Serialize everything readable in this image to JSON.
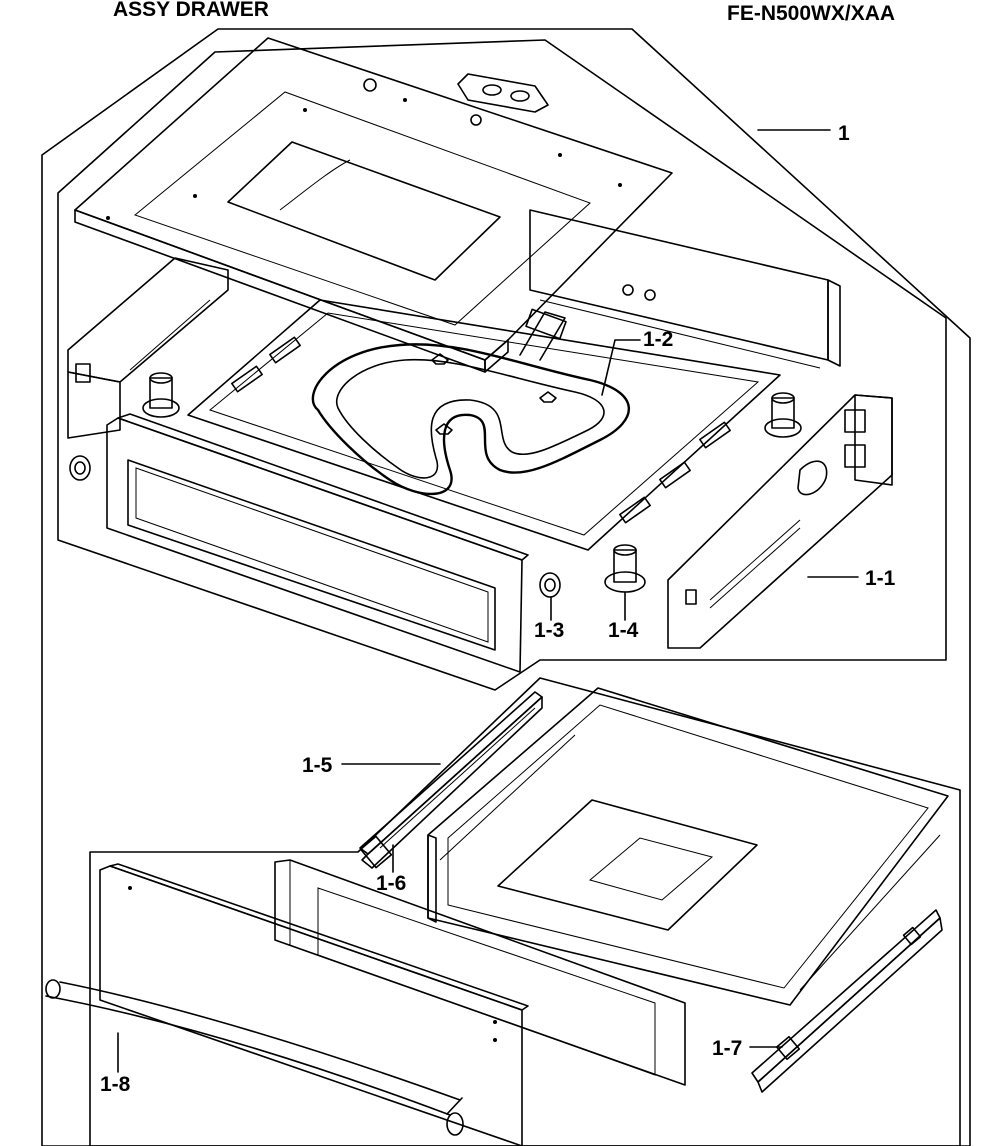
{
  "header": {
    "assembly_title": "ASSY DRAWER",
    "model_number": "FE-N500WX/XAA"
  },
  "callouts": {
    "main_assembly": "1",
    "frame": "1-1",
    "heating_element": "1-2",
    "grommet": "1-3",
    "leveling_leg": "1-4",
    "left_rail": "1-5",
    "left_rail_stopper": "1-6",
    "right_rail": "1-7",
    "handle": "1-8"
  }
}
